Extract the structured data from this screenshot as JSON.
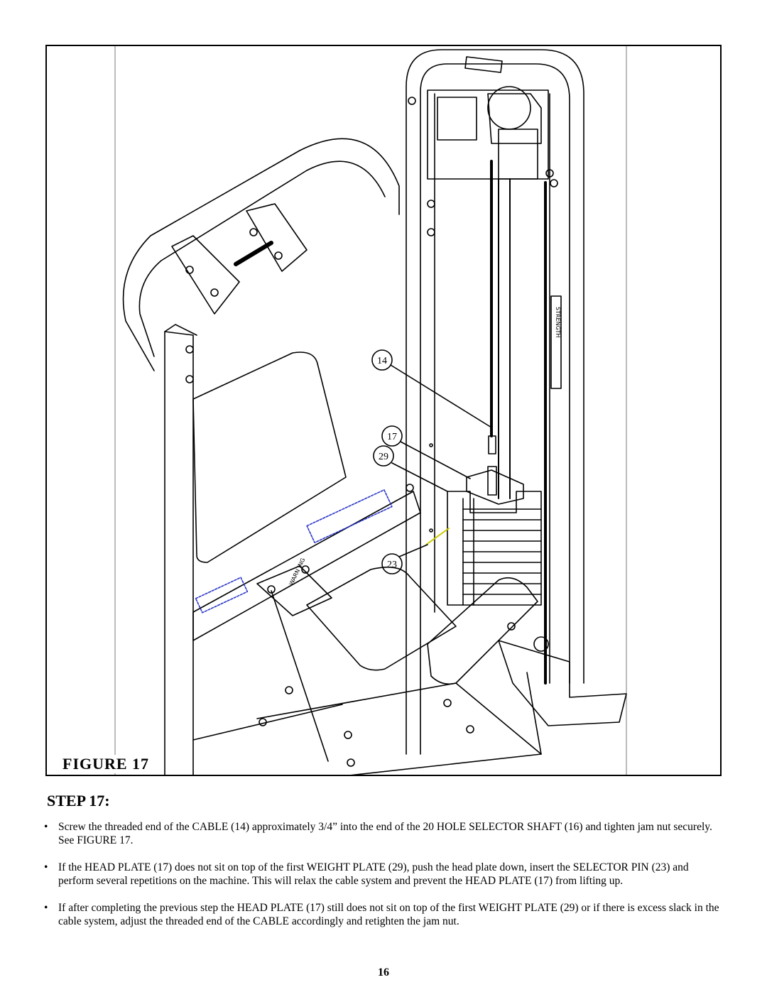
{
  "figure": {
    "caption": "FIGURE 17",
    "callouts": [
      "14",
      "17",
      "29",
      "23"
    ],
    "decal_text": "WARN ING",
    "brand_text": "STRENGTH"
  },
  "step": {
    "title": "STEP 17:"
  },
  "bullets": [
    "Screw the threaded end of the CABLE (14) approximately 3/4” into the end of the 20 HOLE SELECTOR SHAFT (16) and tighten jam nut securely. See FIGURE 17.",
    "If the HEAD PLATE (17) does not sit on top of the first WEIGHT PLATE (29), push the head plate down, insert the SELECTOR PIN (23) and perform several repetitions on the machine. This will relax the cable system and prevent the HEAD PLATE (17) from lifting up.",
    "If after completing the previous step the HEAD PLATE (17) still does not sit on top of the first WEIGHT PLATE (29) or if there is excess slack in the cable system, adjust the threaded end of the CABLE accordingly and retighten the jam nut."
  ],
  "bullet_symbol": "•",
  "page_number": "16"
}
